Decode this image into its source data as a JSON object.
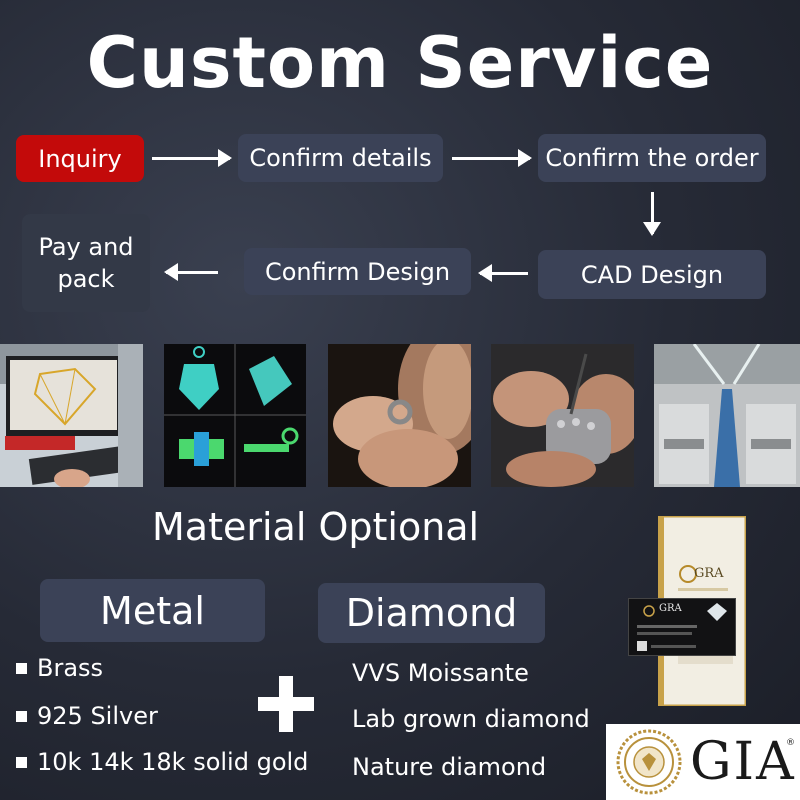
{
  "title": "Custom Service",
  "steps": {
    "inquiry": "Inquiry",
    "confirm_details": "Confirm details",
    "confirm_order": "Confirm the order",
    "cad_design": "CAD Design",
    "confirm_design": "Confirm Design",
    "pay_pack_line1": "Pay and",
    "pay_pack_line2": "pack"
  },
  "material_title": "Material Optional",
  "metal": {
    "heading": "Metal",
    "items": [
      "Brass",
      "925 Silver",
      "10k 14k 18k solid gold"
    ]
  },
  "diamond": {
    "heading": "Diamond",
    "items": [
      "VVS Moissante",
      "Lab grown diamond",
      "Nature diamond"
    ]
  },
  "certificate": {
    "card_brand": "GRA",
    "logo_text": "GIA"
  },
  "colors": {
    "accent_red": "#c30a0a",
    "box_bg": "#3b4257"
  }
}
